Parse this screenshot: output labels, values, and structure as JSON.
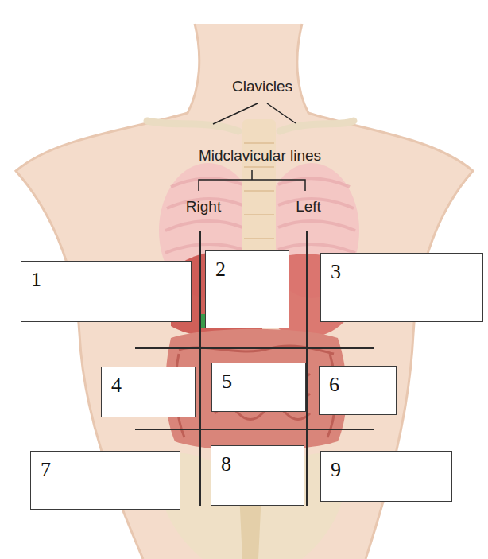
{
  "diagram": {
    "nodes": [
      {
        "text": [
          "1"
        ]
      },
      {
        "text": [
          "2"
        ]
      },
      {
        "text": [
          "3"
        ]
      },
      {
        "text": [
          "4"
        ]
      },
      {
        "text": [
          "5"
        ]
      },
      {
        "text": [
          "6"
        ]
      },
      {
        "text": [
          "7"
        ]
      },
      {
        "text": [
          "8"
        ]
      },
      {
        "text": [
          "9"
        ]
      }
    ],
    "labels": [
      "Clavicles",
      "Midclavicular lines",
      "Right",
      "Left"
    ]
  }
}
